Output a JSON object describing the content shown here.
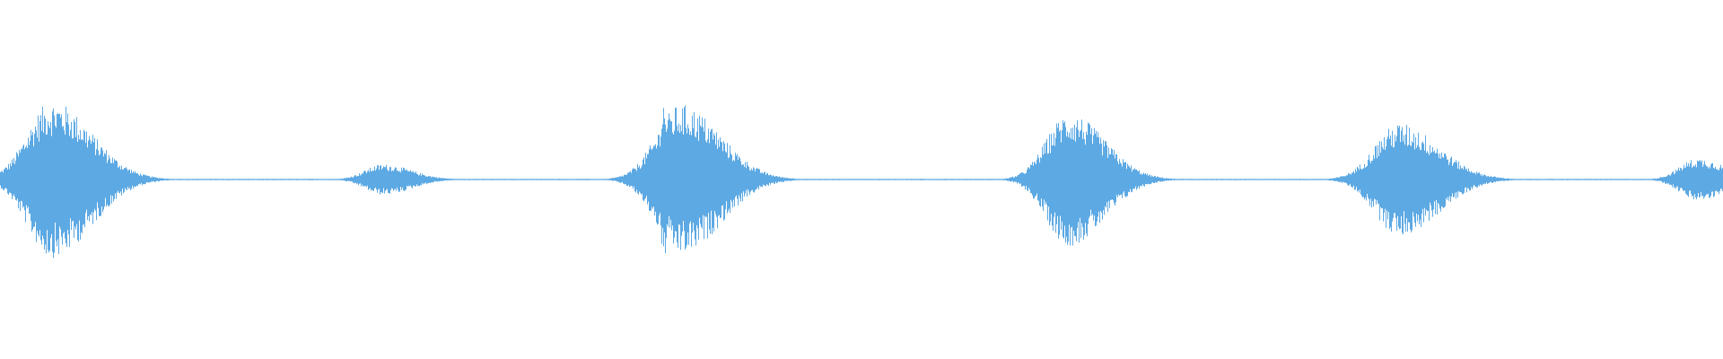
{
  "waveform": {
    "color": "#5DA9E3",
    "background": "#ffffff",
    "bursts": [
      {
        "center": 0.03,
        "width": 0.055,
        "amplitude": 0.92,
        "onset_sharpness": 0.6
      },
      {
        "center": 0.222,
        "width": 0.04,
        "amplitude": 0.18,
        "onset_sharpness": 0.5
      },
      {
        "center": 0.395,
        "width": 0.055,
        "amplitude": 0.88,
        "onset_sharpness": 0.7,
        "spike": 0.385,
        "spike_amp": 0.95
      },
      {
        "center": 0.62,
        "width": 0.05,
        "amplitude": 0.78,
        "onset_sharpness": 0.6
      },
      {
        "center": 0.812,
        "width": 0.055,
        "amplitude": 0.66,
        "onset_sharpness": 0.6
      },
      {
        "center": 0.985,
        "width": 0.04,
        "amplitude": 0.25,
        "onset_sharpness": 0.5
      }
    ],
    "noise_floor": 0.008
  }
}
